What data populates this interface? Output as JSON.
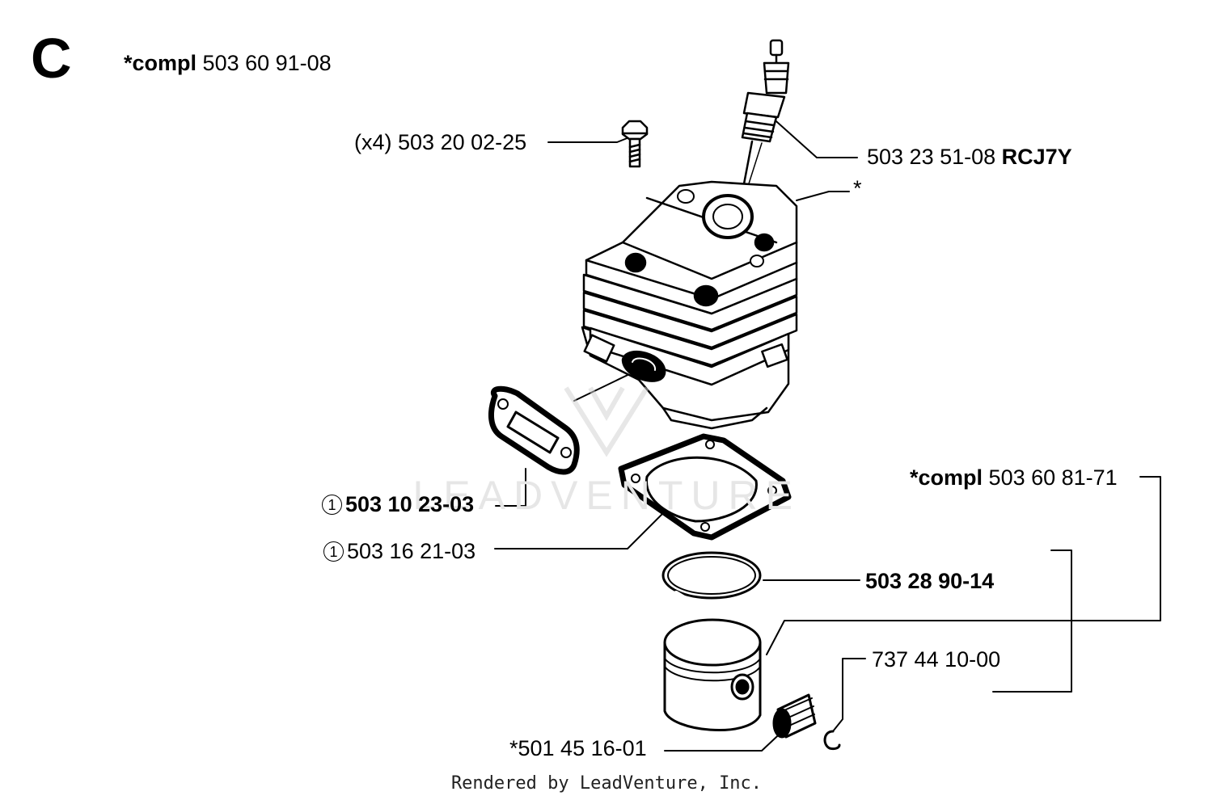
{
  "section": {
    "letter": "C"
  },
  "kits": {
    "cylinder_kit": {
      "prefix": "*compl",
      "number": "503 60 91-08"
    },
    "piston_kit": {
      "prefix": "*compl",
      "number": "503 60 81-71"
    }
  },
  "callouts": {
    "screw": {
      "qty": "(x4)",
      "number": "503 20 02-25"
    },
    "spark_plug": {
      "number": "503 23 51-08",
      "type": "RCJ7Y"
    },
    "cylinder": {
      "marker": "*"
    },
    "muffler_gasket": {
      "ref": "1",
      "number": "503 10 23-03"
    },
    "cylinder_gasket": {
      "ref": "1",
      "number": "503 16 21-03"
    },
    "piston_ring": {
      "number": "503 28 90-14"
    },
    "circlip": {
      "number": "737 44 10-00"
    },
    "needle_bearing": {
      "number": "*501 45 16-01"
    }
  },
  "watermark": {
    "text": "LEADVENTURE"
  },
  "footer": {
    "text": "Rendered by LeadVenture, Inc."
  }
}
